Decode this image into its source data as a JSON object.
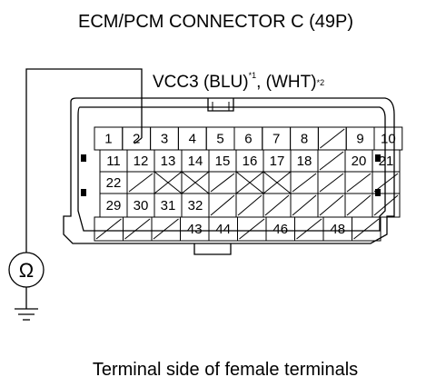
{
  "title": "ECM/PCM CONNECTOR C (49P)",
  "wire": {
    "label": "VCC3 (BLU)",
    "note1": "*1",
    "label2": ", (WHT)",
    "note2": "*2",
    "pin": "2"
  },
  "meter": {
    "symbol": "Ω"
  },
  "caption": "Terminal side of female terminals",
  "connector": {
    "row1": [
      "1",
      "2",
      "3",
      "4",
      "5",
      "6",
      "7",
      "8",
      "/",
      "9",
      "10"
    ],
    "row2": [
      "11",
      "12",
      "13",
      "14",
      "15",
      "16",
      "17",
      "18",
      "/",
      "20",
      "21"
    ],
    "row3": [
      "22",
      "/",
      "X",
      "X",
      "/",
      "X",
      "X",
      "/",
      "/",
      "/",
      "/"
    ],
    "row4": [
      "29",
      "30",
      "31",
      "32",
      "/",
      "/",
      "/",
      "/",
      "/",
      "/",
      "/"
    ],
    "row5": [
      "/",
      "/",
      "/",
      "43",
      "44",
      "/",
      "46",
      "/",
      "48",
      "/"
    ]
  }
}
